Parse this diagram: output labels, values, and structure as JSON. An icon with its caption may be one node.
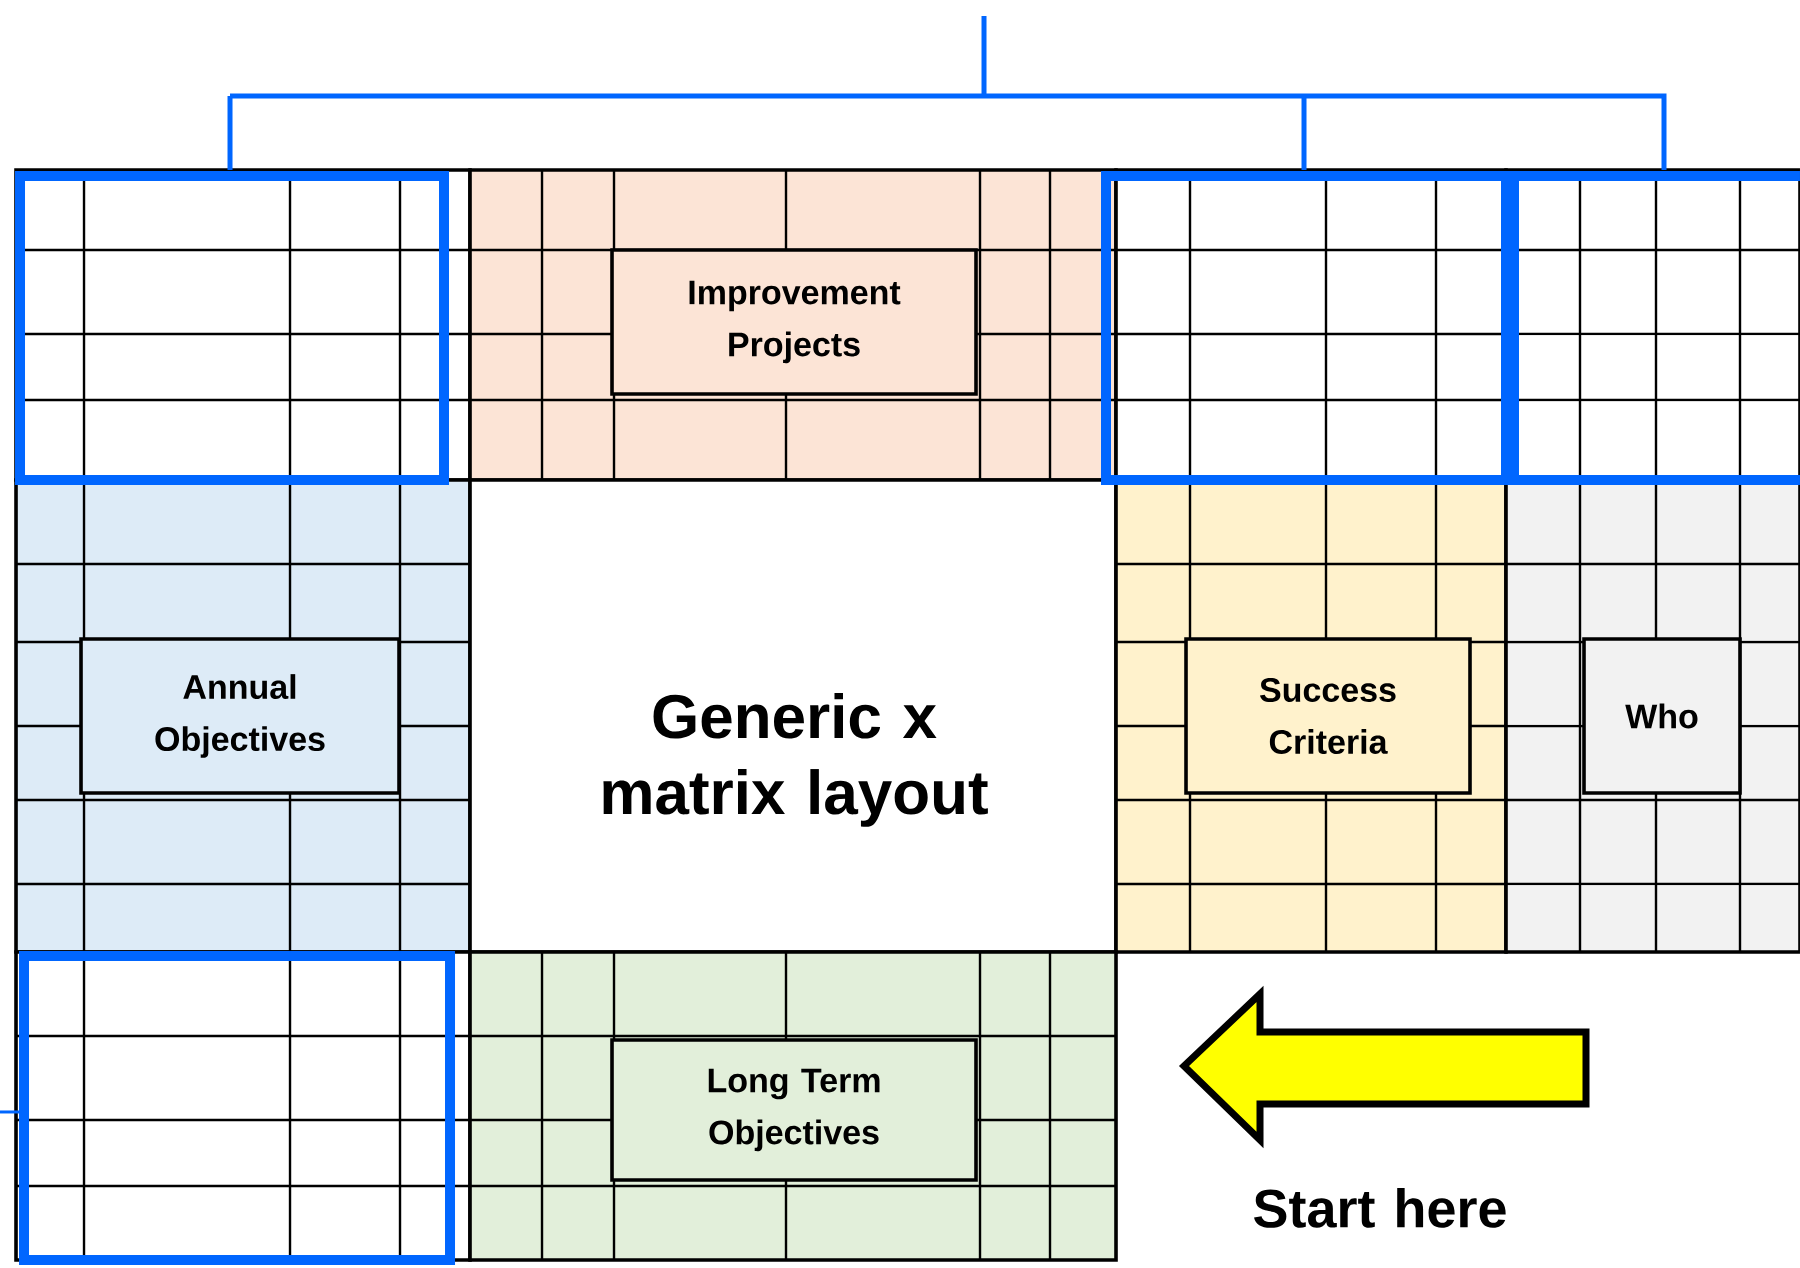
{
  "diagram": {
    "nodes": [
      {
        "text": [
          "Improvement Projects"
        ]
      },
      {
        "text": [
          "Annual Objectives"
        ]
      },
      {
        "text": [
          "Success Criteria"
        ]
      },
      {
        "text": [
          "Who"
        ]
      },
      {
        "text": [
          "Long Term Objectives"
        ]
      }
    ],
    "labels": [
      "Generic x matrix layout",
      "Start here"
    ]
  }
}
